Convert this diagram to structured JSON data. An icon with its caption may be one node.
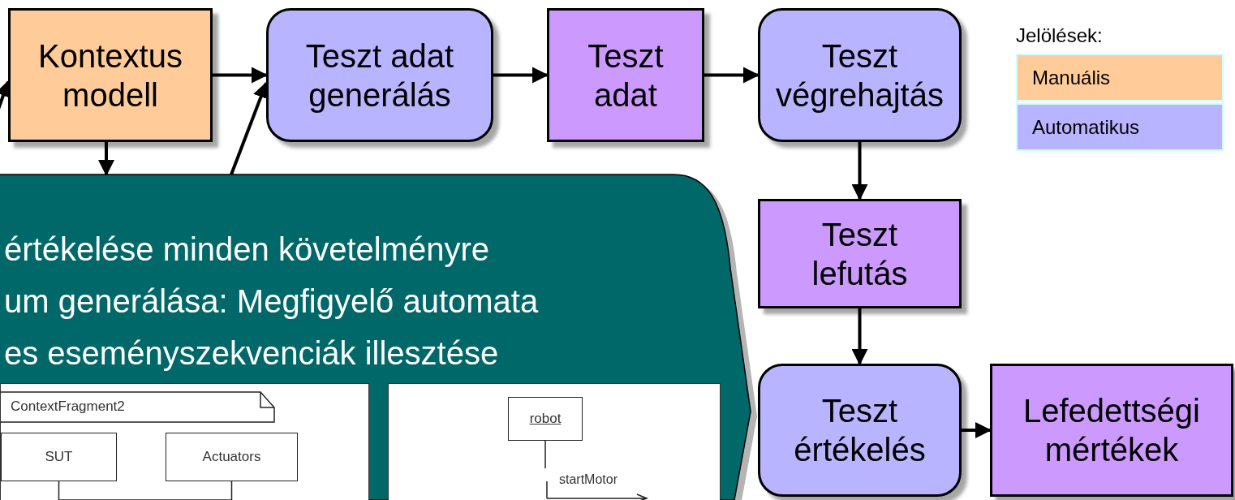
{
  "diagram": {
    "nodes": [
      {
        "text": [
          "Kontextus modell"
        ]
      },
      {
        "text": [
          "Teszt adat generálás"
        ]
      },
      {
        "text": [
          "Teszt adat"
        ]
      },
      {
        "text": [
          "Teszt végrehajtás"
        ]
      },
      {
        "text": [
          "Teszt lefutás"
        ]
      },
      {
        "text": [
          "Teszt értékelés"
        ]
      },
      {
        "text": [
          "Lefedettségi mértékek"
        ]
      },
      {
        "text": [
          "értékelése minden követelményre",
          "um generálása: Megfigyelő automata",
          "es eseményszekvenciák illesztése"
        ]
      },
      {
        "text": [],
        "shape": "picture",
        "in": 7
      },
      {
        "text": [
          "ContextFragment2"
        ],
        "in": 8
      },
      {
        "text": [
          "SUT"
        ],
        "in": 8
      },
      {
        "text": [
          "Actuators"
        ],
        "in": 8
      },
      {
        "text": [],
        "shape": "picture",
        "in": 7
      },
      {
        "text": [
          "robot"
        ],
        "in": 12
      }
    ],
    "edges": [
      {
        "from": null,
        "to": 0,
        "arrow": "to"
      },
      {
        "from": 0,
        "to": 1,
        "arrow": "to"
      },
      {
        "from": 7,
        "to": 1,
        "arrow": "to"
      },
      {
        "from": 0,
        "to": 7,
        "arrow": "to"
      },
      {
        "from": 1,
        "to": 2,
        "arrow": "to"
      },
      {
        "from": 2,
        "to": 3,
        "arrow": "to"
      },
      {
        "from": 3,
        "to": 4,
        "arrow": "to"
      },
      {
        "from": 4,
        "to": 5,
        "arrow": "to"
      },
      {
        "from": 5,
        "to": 6,
        "arrow": "to"
      },
      {
        "from": 10,
        "to": 11,
        "arrow": "none"
      }
    ],
    "labels": [
      "Jelölések:",
      "startMotor"
    ],
    "legend": [
      {
        "text": "Manuális",
        "color": "#ffcc99"
      },
      {
        "text": "Automatikus",
        "color": "#b8b4ff"
      }
    ]
  }
}
